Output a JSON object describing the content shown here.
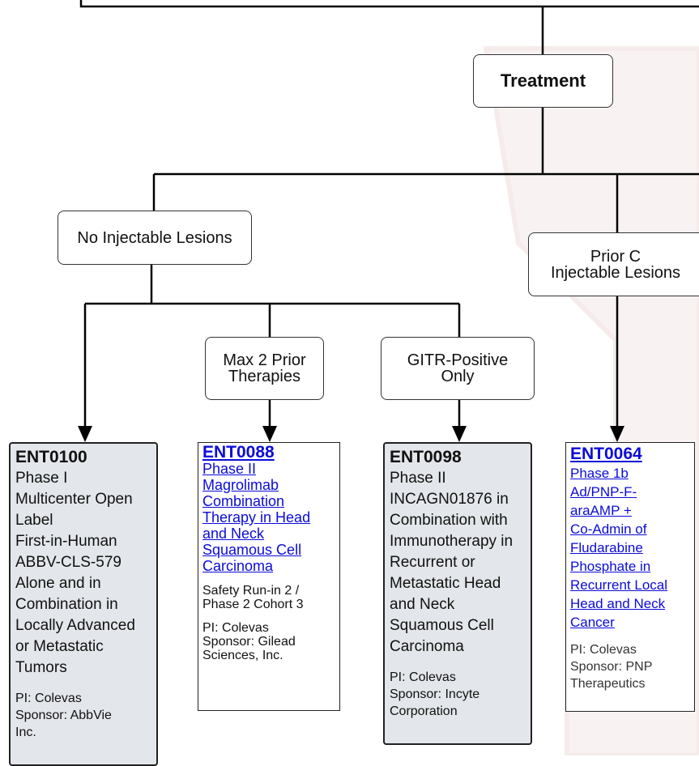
{
  "colors": {
    "line": "#000000",
    "link": "#0b0bd9",
    "gray_fill": "#e3e6ea",
    "watermark": "#f0dcdc"
  },
  "decor": {
    "watermark": "stanford-seal"
  },
  "nodes": {
    "treatment": "Treatment",
    "no_injectable": "No Injectable Lesions",
    "prior_c": {
      "line1": "Prior C",
      "line2": "Injectable Lesions"
    },
    "max2": {
      "line1": "Max 2 Prior",
      "line2": "Therapies"
    },
    "gitr": {
      "line1": "GITR-Positive",
      "line2": "Only"
    }
  },
  "trials": {
    "ent0100": {
      "id": "ENT0100",
      "lines": [
        "Phase I",
        "Multicenter Open",
        "Label",
        "First-in-Human",
        "ABBV-CLS-579",
        "Alone and in",
        "Combination in",
        "Locally Advanced",
        "or Metastatic",
        "Tumors"
      ],
      "pi": "PI: Colevas",
      "sponsor_lines": [
        "Sponsor: AbbVie",
        "Inc."
      ]
    },
    "ent0088": {
      "id": "ENT0088",
      "title_lines": [
        "Phase II",
        "Magrolimab",
        "Combination",
        "Therapy in Head",
        "and Neck",
        "Squamous Cell",
        "Carcinoma"
      ],
      "note_lines": [
        "Safety Run-in 2 /",
        "Phase 2 Cohort 3"
      ],
      "pi": "PI: Colevas",
      "sponsor_lines": [
        "Sponsor: Gilead",
        "Sciences, Inc."
      ]
    },
    "ent0098": {
      "id": "ENT0098",
      "lines": [
        "Phase II",
        "INCAGN01876 in",
        "Combination with",
        "Immunotherapy in",
        "Recurrent or",
        "Metastatic Head",
        "and Neck",
        "Squamous Cell",
        "Carcinoma"
      ],
      "pi": "PI: Colevas",
      "sponsor_lines": [
        "Sponsor: Incyte",
        "Corporation"
      ]
    },
    "ent0064": {
      "id": "ENT0064",
      "title_lines": [
        "Phase 1b",
        "Ad/PNP-F-",
        "araAMP +",
        "Co-Admin of",
        "Fludarabine",
        "Phosphate in",
        "Recurrent Local",
        "Head and Neck",
        "Cancer"
      ],
      "pi": "PI: Colevas",
      "sponsor_lines": [
        "Sponsor: PNP",
        "Therapeutics"
      ]
    }
  }
}
